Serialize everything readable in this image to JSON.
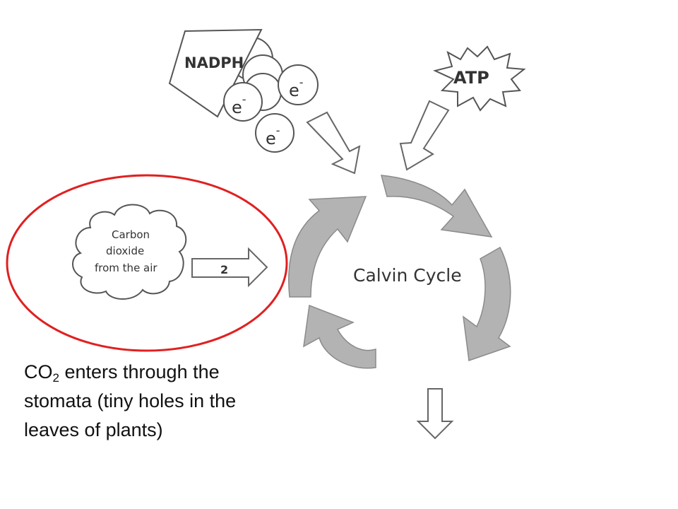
{
  "diagram": {
    "nadph_label": "NADPH",
    "atp_label": "ATP",
    "electron_base": "e",
    "electron_sup": "-",
    "cycle_label": "Calvin Cycle",
    "cloud_line1": "Carbon",
    "cloud_line2": "dioxide",
    "cloud_line3": "from the air",
    "co2_arrow_label": "2"
  },
  "caption": {
    "co": "CO",
    "subscript": "2",
    "rest_line1": " enters through the",
    "line2": "stomata (tiny holes in the",
    "line3": "leaves of plants)"
  },
  "colors": {
    "highlight_ellipse": "#e02020",
    "cycle_arrow_fill": "#b3b3b3",
    "cycle_arrow_stroke": "#8a8a8a",
    "line_art": "#555555"
  }
}
